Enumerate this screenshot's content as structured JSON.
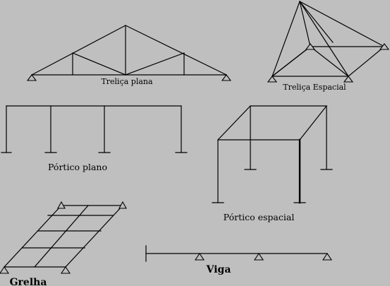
{
  "labels": {
    "trelica_plana": "Treliça plana",
    "trelica_espacial": "Treliça Espacial",
    "portico_plano": "Pórtico plano",
    "portico_espacial": "Pórtico espacial",
    "grelha": "Grelha",
    "viga": "Viga"
  },
  "colors": {
    "background": "#bfbfbf",
    "line": "#000000"
  }
}
